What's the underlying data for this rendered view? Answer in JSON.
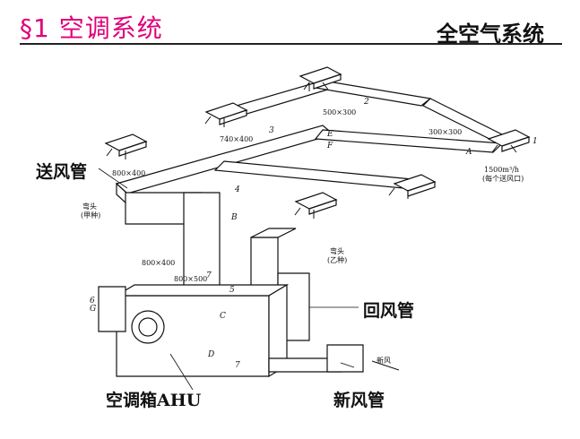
{
  "header": {
    "title": "§1 空调系统",
    "topic": "全空气系统"
  },
  "callouts": {
    "supply_duct": "送风管",
    "return_duct": "回风管",
    "fresh_air_duct": "新风管",
    "ahu": "空调箱AHU"
  },
  "dimensions": {
    "d1": "500×300",
    "d2": "740×400",
    "d3": "300×300",
    "d4": "800×400",
    "d5": "800×400",
    "d6": "800×500",
    "flow": "1500m³/h",
    "flow_note": "(每个送风口)",
    "elbow_a": "弯头",
    "elbow_a_type": "(甲种)",
    "elbow_b": "弯头",
    "elbow_b_type": "(乙种)",
    "fresh_air_label": "新风"
  },
  "part_labels": [
    "1",
    "2",
    "3",
    "4",
    "5",
    "6",
    "7",
    "7",
    "A",
    "B",
    "C",
    "D",
    "E",
    "F",
    "G"
  ],
  "colors": {
    "title": "#e0007a",
    "line": "#111111"
  }
}
